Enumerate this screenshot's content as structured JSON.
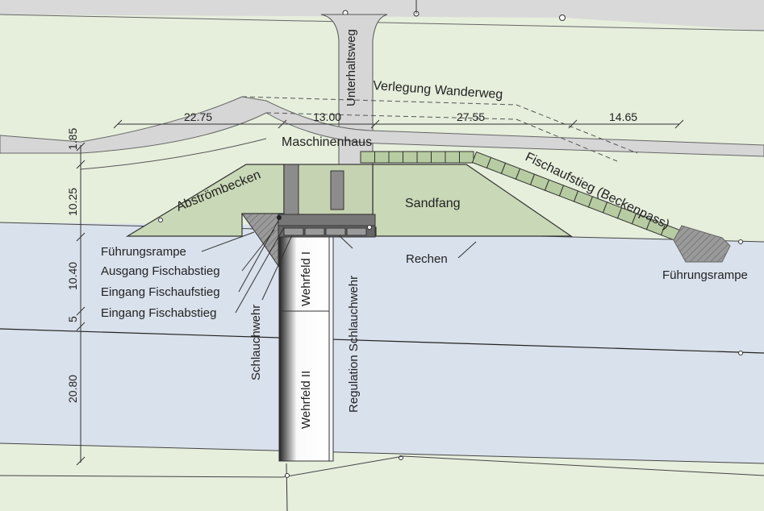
{
  "labels": {
    "unterhaltsweg": "Unterhaltsweg",
    "verlegung": "Verlegung Wanderweg",
    "maschinenhaus": "Maschinenhaus",
    "abstroembecken": "Abströmbecken",
    "sandfang": "Sandfang",
    "fischaufstieg": "Fischaufstieg (Beckenpass)",
    "fuehrungsrampe_left": "Führungsrampe",
    "ausgang_fischabstieg": "Ausgang Fischabstieg",
    "eingang_fischaufstieg": "Eingang Fischaufstieg",
    "eingang_fischabstieg": "Eingang Fischabstieg",
    "rechen": "Rechen",
    "fuehrungsrampe_right": "Führungsrampe",
    "schlauchwehr": "Schlauchwehr",
    "regulation_schlauchwehr": "Regulation Schlauchwehr",
    "wehrfeld_1": "Wehrfeld I",
    "wehrfeld_2": "Wehrfeld II"
  },
  "dimensions": {
    "horizontal": [
      "22.75",
      "13.00",
      "27.55",
      "14.65"
    ],
    "vertical": [
      "1.85",
      "10.25",
      "10.40",
      "5",
      "20.80"
    ]
  },
  "colors": {
    "land": "#e6efdc",
    "water": "#d9e1ec",
    "structure_fill": "#c9d8b6",
    "road": "#d6d6d6",
    "building": "#8c8c8c",
    "fishpass": "#b7cca2",
    "ramp": "#8f8f8f"
  }
}
